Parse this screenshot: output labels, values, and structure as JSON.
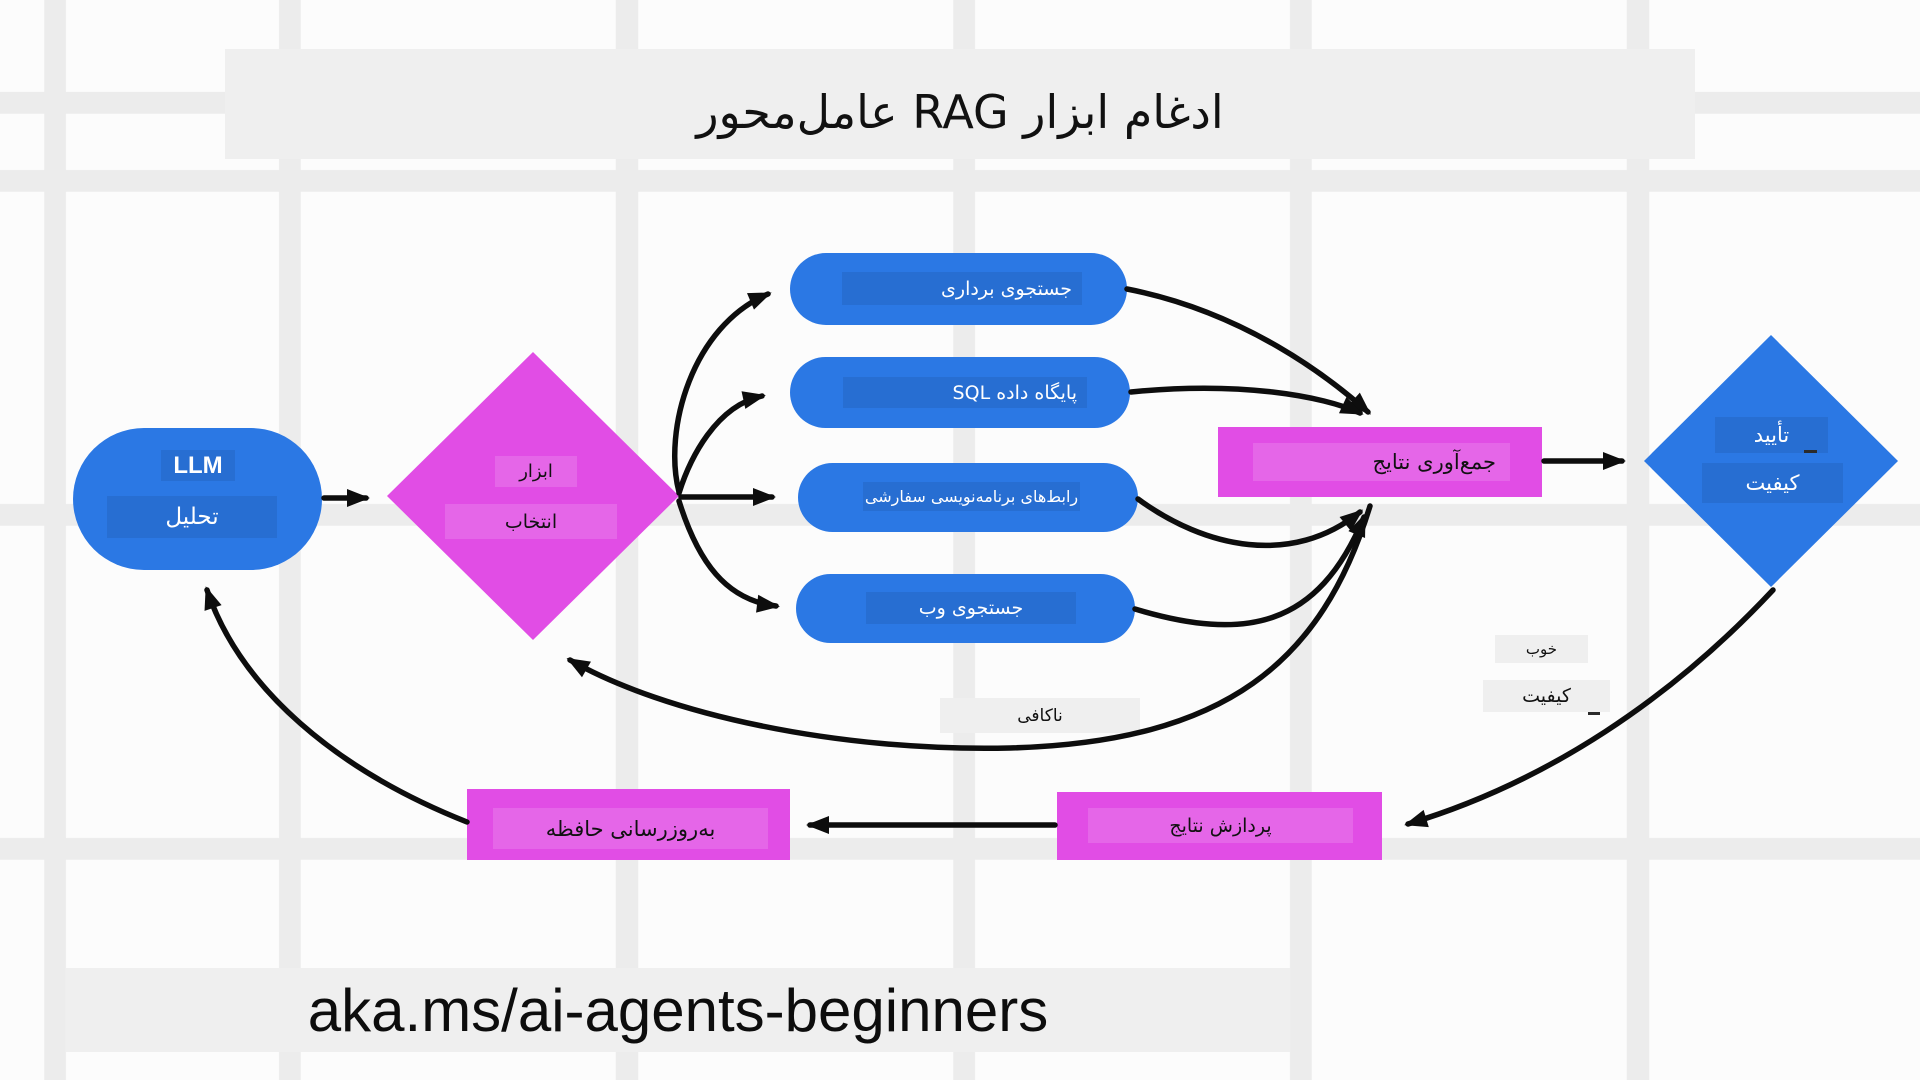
{
  "title": "ادغام ابزار RAG عامل‌محور",
  "footer_url": "aka.ms/ai-agents-beginners",
  "nodes": {
    "llm": {
      "line1": "LLM",
      "line2": "تحلیل"
    },
    "tool_select": {
      "line1": "ابزار",
      "line2": "انتخاب"
    },
    "tools": [
      {
        "label": "جستجوی برداری"
      },
      {
        "label": "پایگاه داده SQL"
      },
      {
        "label": "رابط‌های برنامه‌نویسی سفارشی"
      },
      {
        "label": "جستجوی وب"
      }
    ],
    "gather_results": {
      "label": "جمع‌آوری نتایج"
    },
    "quality_check": {
      "line1": "تأیید",
      "line2": "کیفیت"
    },
    "process_results": {
      "label": "پردازش نتایج"
    },
    "update_memory": {
      "label": "به‌روزرسانی حافظه"
    }
  },
  "edge_labels": {
    "good_line1": "خوب",
    "good_line2": "کیفیت",
    "insufficient": "ناکافی"
  },
  "colors": {
    "node_blue": "#2b78e4",
    "node_magenta": "#e14de5",
    "label_gray": "#efefef",
    "arrow_black": "#0d0d0d",
    "background": "#fcfcfc",
    "grid_band": "#ececec"
  }
}
